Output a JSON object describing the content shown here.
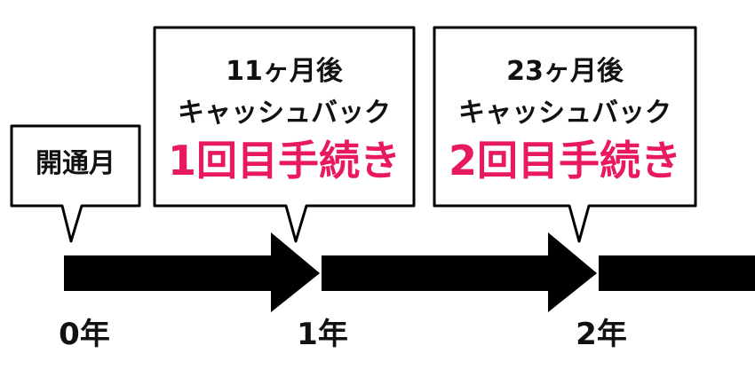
{
  "colors": {
    "text": "#111111",
    "accent": "#e8195c",
    "arrow": "#000000",
    "bubble_border": "#000000",
    "bubble_fill": "#ffffff"
  },
  "timeline": {
    "ticks": [
      {
        "label": "0年"
      },
      {
        "label": "1年"
      },
      {
        "label": "2年"
      }
    ]
  },
  "bubbles": {
    "opening": {
      "label": "開通月"
    },
    "first": {
      "months": "11ヶ月後",
      "type": "キャッシュバック",
      "action": "1回目手続き"
    },
    "second": {
      "months": "23ヶ月後",
      "type": "キャッシュバック",
      "action": "2回目手続き"
    }
  }
}
